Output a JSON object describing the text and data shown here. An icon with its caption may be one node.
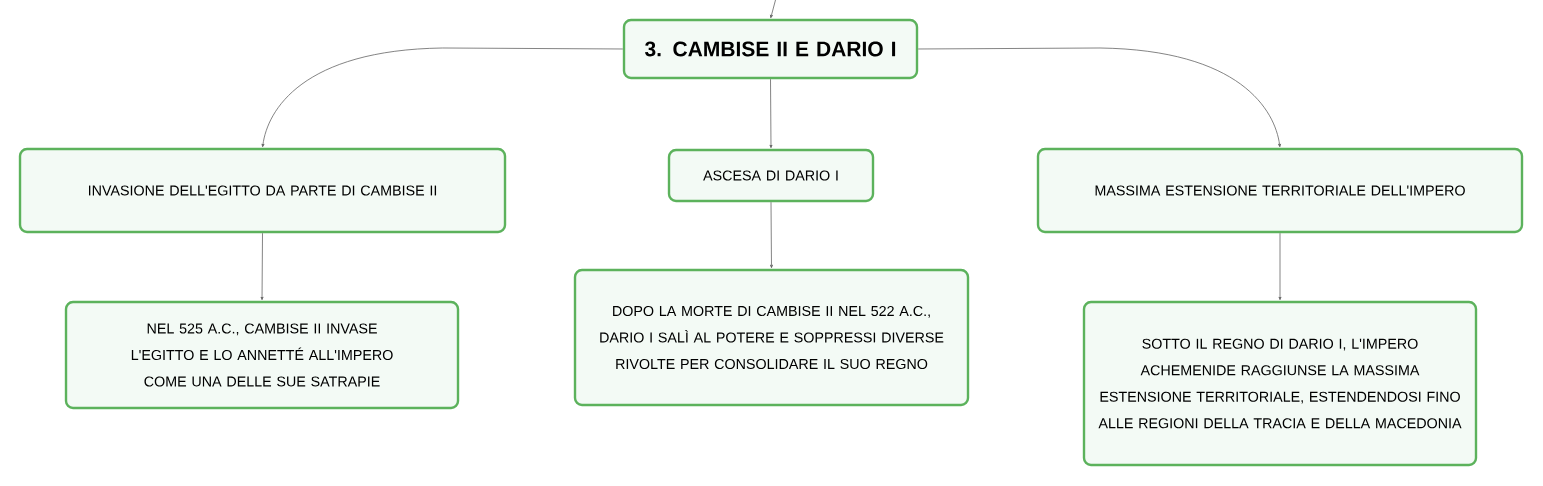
{
  "diagram": {
    "nodes": [
      {
        "text": [
          "3. CAMBISE II E DARIO I"
        ]
      },
      {
        "text": [
          "INVASIONE DELL'EGITTO DA PARTE DI CAMBISE II"
        ]
      },
      {
        "text": [
          "ASCESA DI DARIO I"
        ]
      },
      {
        "text": [
          "MASSIMA ESTENSIONE TERRITORIALE DELL'IMPERO"
        ]
      },
      {
        "text": [
          "NEL 525 A.C., CAMBISE II INVASE L'EGITTO E LO ANNETTÉ ALL'IMPERO COME UNA DELLE SUE SATRAPIE"
        ]
      },
      {
        "text": [
          "DOPO LA MORTE DI CAMBISE II NEL 522 A.C., DARIO I SALÌ AL POTERE E SOPPRESSI DIVERSE RIVOLTE PER CONSOLIDARE IL SUO REGNO"
        ]
      },
      {
        "text": [
          "SOTTO IL REGNO DI DARIO I, L'IMPERO ACHEMENIDE RAGGIUNSE LA MASSIMA ESTENSIONE TERRITORIALE, ESTENDENDOSI FINO ALLE REGIONI DELLA TRACIA E DELLA MACEDONIA"
        ]
      }
    ],
    "edges": [
      {
        "from": null,
        "to": 0,
        "arrow": "to"
      },
      {
        "from": 0,
        "to": 1,
        "arrow": "to"
      },
      {
        "from": 0,
        "to": 2,
        "arrow": "to"
      },
      {
        "from": 0,
        "to": 3,
        "arrow": "to"
      },
      {
        "from": 1,
        "to": 4,
        "arrow": "to"
      },
      {
        "from": 2,
        "to": 5,
        "arrow": "to"
      },
      {
        "from": 3,
        "to": 6,
        "arrow": "to"
      }
    ]
  }
}
